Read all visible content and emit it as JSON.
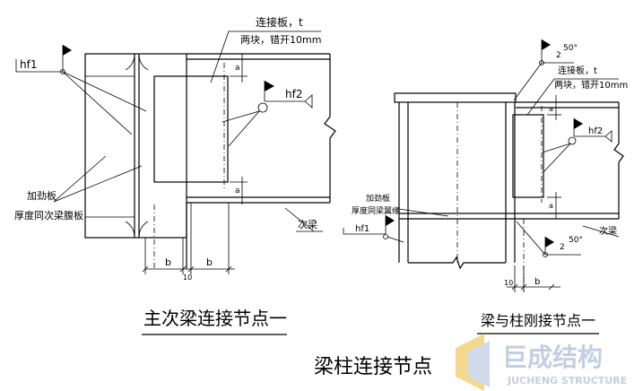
{
  "left_detail": {
    "connection_plate_label": "连接板，t",
    "offset_note": "两块，错开10mm",
    "weld_hf1": "hf1",
    "weld_hf2": "hf2",
    "stiffener_label": "加劲板",
    "stiffener_note": "厚度同次梁腹板",
    "secondary_beam_label": "次梁",
    "dim_b_left": "b",
    "dim_b_right": "b",
    "dim_gap": "10",
    "caption": "主次梁连接节点一"
  },
  "right_detail": {
    "bevel_top": "50°",
    "bevel_top_prefix": "2",
    "connection_plate_label": "连接板，t",
    "offset_note": "两块，错开10mm",
    "weld_hf2": "hf2",
    "stiffener_label": "加劲板",
    "stiffener_note": "厚度同梁翼缘",
    "weld_hf1": "hf1",
    "secondary_beam_label": "次梁",
    "bevel_bottom": "50°",
    "bevel_bottom_prefix": "2",
    "dim_b": "b",
    "dim_gap": "10",
    "caption": "梁与柱刚接节点一"
  },
  "main_title": "梁柱连接节点",
  "watermark": {
    "cn": "巨成结构",
    "en": "JUCHENG STRUCTURE"
  },
  "colors": {
    "line": "#000000",
    "watermark_text": "#b8c7de",
    "watermark_accent": "#f3d27a"
  }
}
